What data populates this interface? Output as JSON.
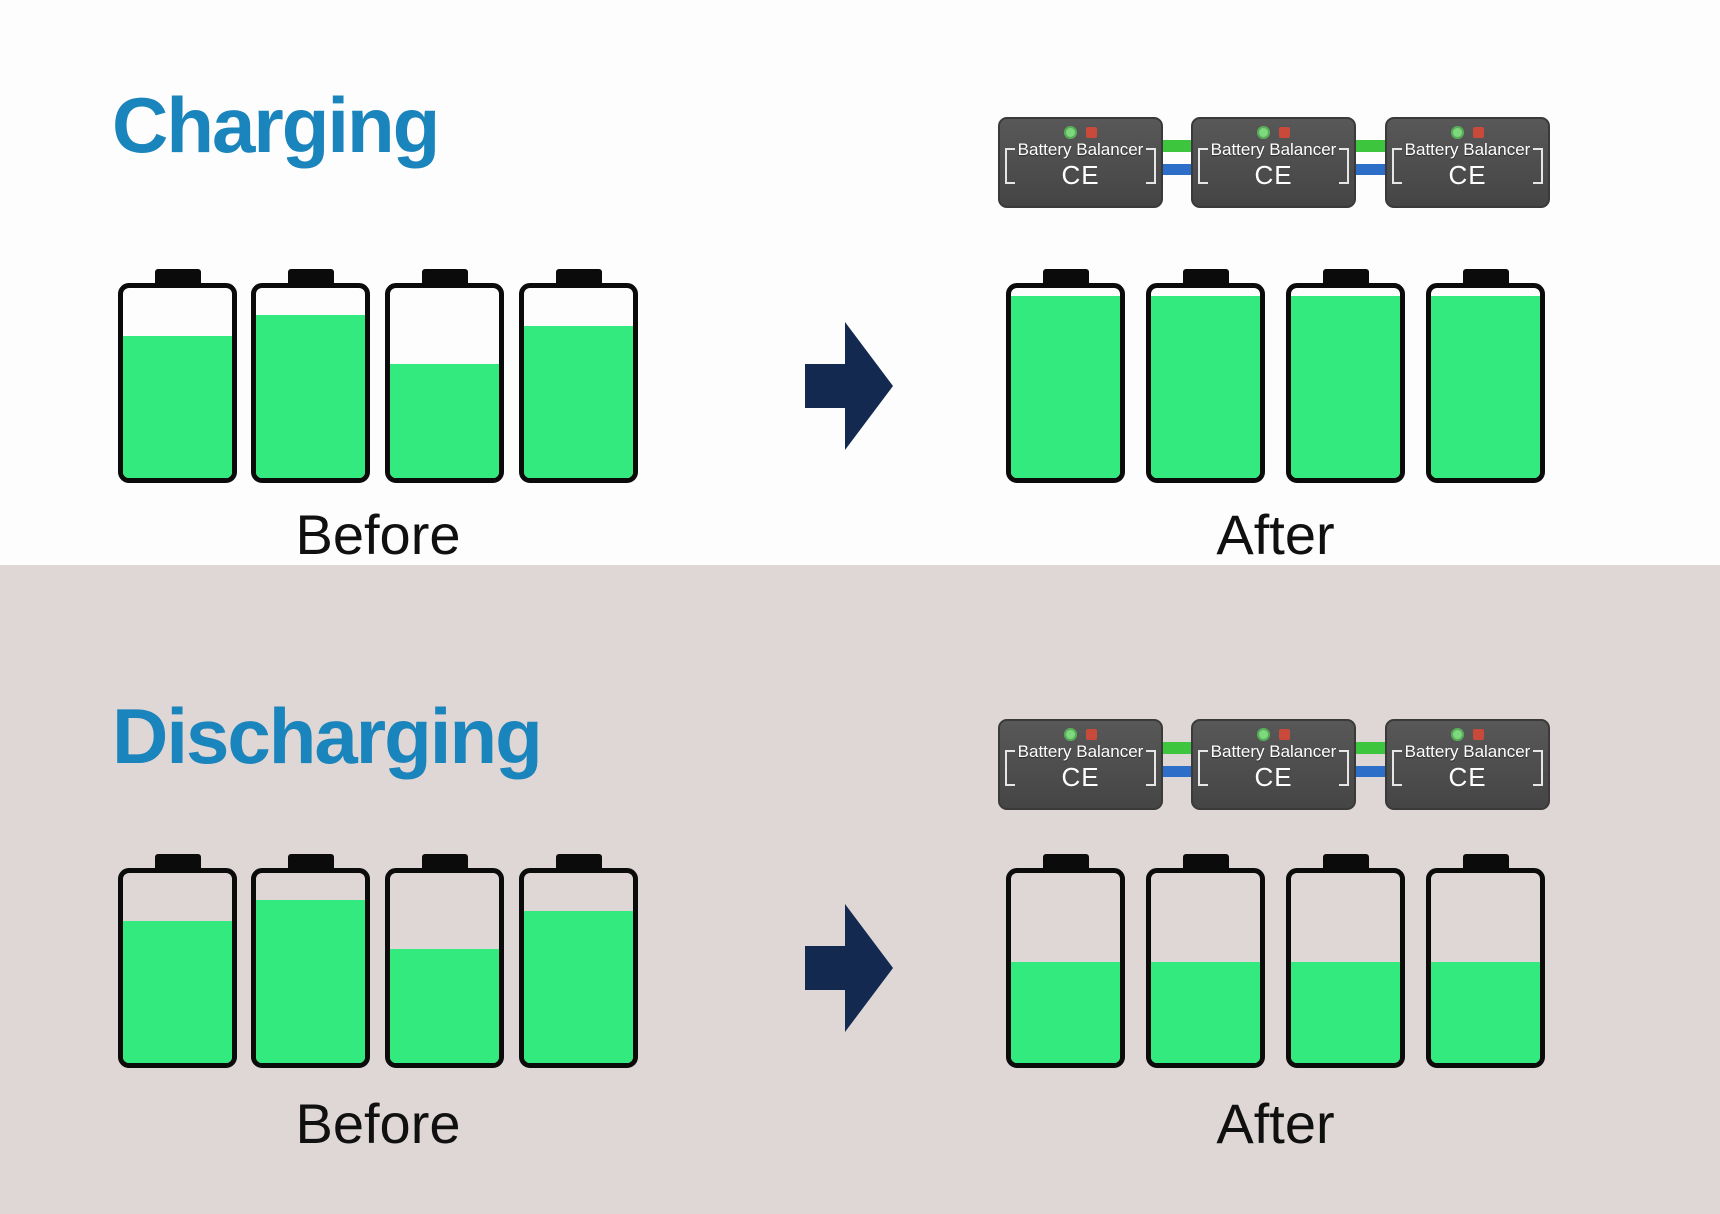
{
  "sections": {
    "charging": {
      "title": "Charging",
      "before_label": "Before",
      "after_label": "After",
      "before_levels": [
        75,
        86,
        60,
        80
      ],
      "after_levels": [
        96,
        96,
        96,
        96
      ]
    },
    "discharging": {
      "title": "Discharging",
      "before_label": "Before",
      "after_label": "After",
      "before_levels": [
        75,
        86,
        60,
        80
      ],
      "after_levels": [
        53,
        53,
        53,
        53
      ]
    }
  },
  "balancer": {
    "label": "Battery Balancer",
    "certification": "CE",
    "count_per_row": 3
  },
  "colors": {
    "title_blue": "#1A84BC",
    "battery_green": "#32EA7E",
    "arrow_navy": "#132950",
    "balancer_gray": "#4D4D4D",
    "wire_green": "#3DC53D",
    "wire_blue": "#2D6FC8",
    "led_green": "#7ED87E",
    "led_red": "#C94A3A",
    "charging_bg": "#FDFDFD",
    "discharging_bg": "#DFD7D5"
  }
}
